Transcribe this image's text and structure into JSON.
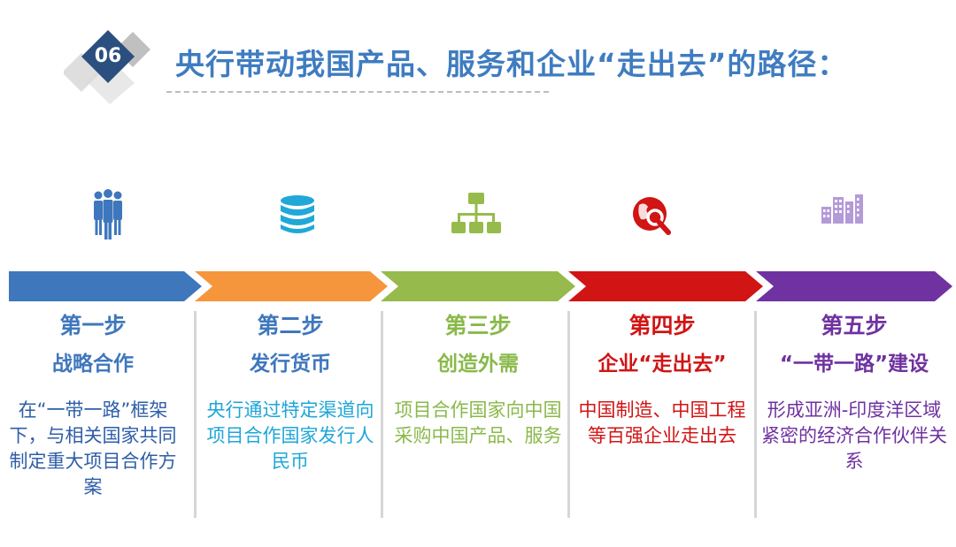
{
  "header": {
    "badge_number": "06",
    "title": "央行带动我国产品、服务和企业“走出去”的路径："
  },
  "colors": {
    "title": "#3f7cc0",
    "badge": "#2b4f7e",
    "step1": "#3f77bd",
    "step2": "#f6963c",
    "step3": "#96bb4c",
    "step4": "#d11414",
    "step5": "#6f32a0",
    "desc1": "#2e5ea8",
    "desc2": "#1ea6d8",
    "desc3": "#89b94a",
    "desc5": "#6f32a0"
  },
  "steps": [
    {
      "label": "第一步",
      "subtitle": "战略合作",
      "description": "在“一带一路”框架下，与相关国家共同制定重大项目合作方案",
      "icon": "people-icon"
    },
    {
      "label": "第二步",
      "subtitle": "发行货币",
      "description": "央行通过特定渠道向项目合作国家发行人民币",
      "icon": "database-coins-icon"
    },
    {
      "label": "第三步",
      "subtitle": "创造外需",
      "description": "项目合作国家向中国采购中国产品、服务",
      "icon": "network-hierarchy-icon"
    },
    {
      "label": "第四步",
      "subtitle": "企业“走出去”",
      "description": "中国制造、中国工程等百强企业走出去",
      "icon": "globe-search-icon"
    },
    {
      "label": "第五步",
      "subtitle": "“一带一路”建设",
      "description": "形成亚洲-印度洋区域紧密的经济合作伙伴关系",
      "icon": "city-buildings-icon"
    }
  ]
}
